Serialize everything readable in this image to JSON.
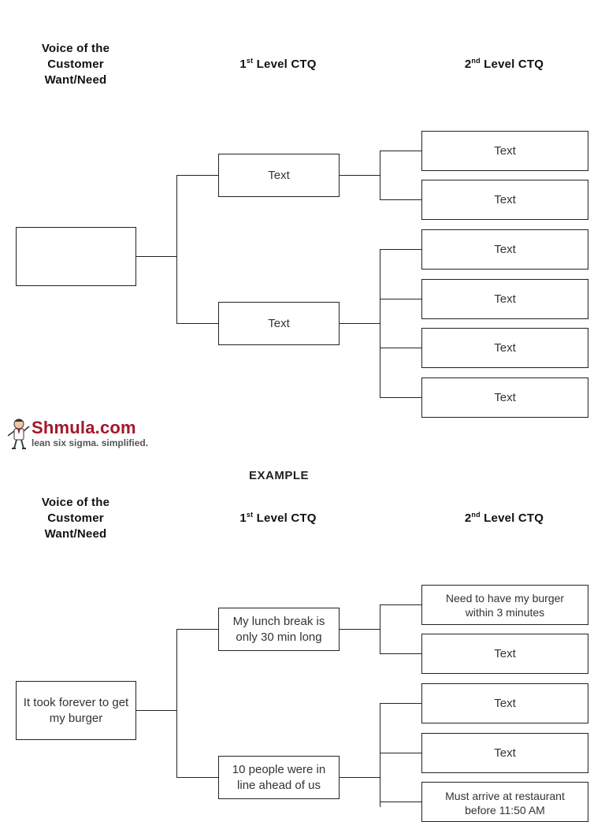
{
  "headers": {
    "voc": [
      "Voice of the",
      "Customer",
      "Want/Need"
    ],
    "level1": {
      "ordinal": "1",
      "suffix": "st",
      "rest": " Level CTQ"
    },
    "level2": {
      "ordinal": "2",
      "suffix": "nd",
      "rest": " Level CTQ"
    }
  },
  "template": {
    "voc_box": "",
    "level1": [
      "Text",
      "Text"
    ],
    "level2": [
      "Text",
      "Text",
      "Text",
      "Text",
      "Text",
      "Text"
    ]
  },
  "logo": {
    "name": "Shmula.com",
    "tagline": "lean six sigma. simplified.",
    "brand_color": "#a3172b"
  },
  "example_label": "EXAMPLE",
  "example": {
    "voc_box": "It took forever to get my burger",
    "level1": [
      "My lunch break is only 30 min long",
      "10 people were in line ahead of us"
    ],
    "level2": [
      "Need to have my burger within 3 minutes",
      "Text",
      "Text",
      "Text",
      "Must arrive at restaurant before 11:50 AM"
    ]
  }
}
